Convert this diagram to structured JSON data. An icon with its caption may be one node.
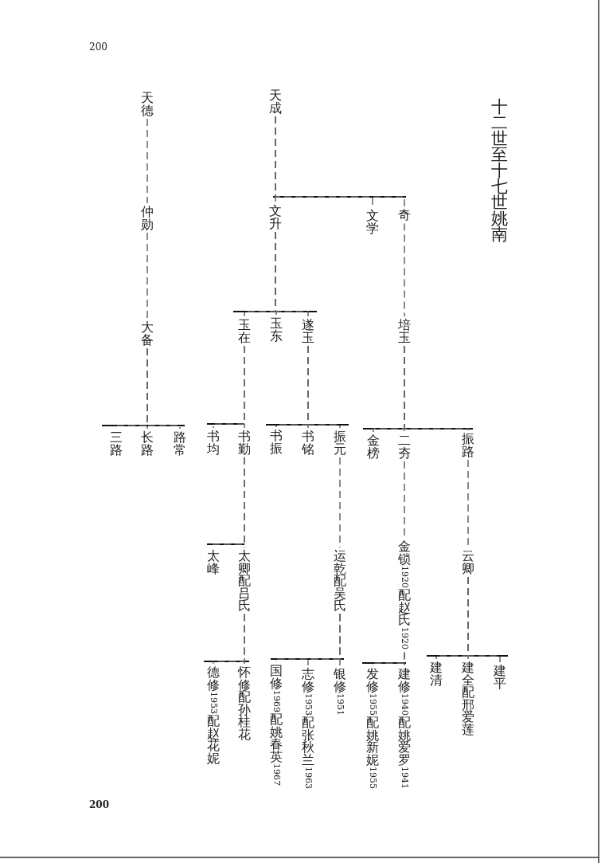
{
  "diagram": {
    "title": "十二世至十七世姚南",
    "nodes": [
      {
        "text": [
          "天德"
        ]
      },
      {
        "text": [
          "仲勋"
        ]
      },
      {
        "text": [
          "大备"
        ]
      },
      {
        "text": [
          "三路"
        ]
      },
      {
        "text": [
          "长路"
        ]
      },
      {
        "text": [
          "路常"
        ]
      },
      {
        "text": [
          "天成"
        ]
      },
      {
        "text": [
          "文升"
        ]
      },
      {
        "text": [
          "文学"
        ]
      },
      {
        "text": [
          "奇"
        ]
      },
      {
        "text": [
          "玉在"
        ]
      },
      {
        "text": [
          "玉东"
        ]
      },
      {
        "text": [
          "遂玉"
        ]
      },
      {
        "text": [
          "培玉"
        ]
      },
      {
        "text": [
          "书均"
        ]
      },
      {
        "text": [
          "书勤"
        ]
      },
      {
        "text": [
          "书振"
        ]
      },
      {
        "text": [
          "书铭"
        ]
      },
      {
        "text": [
          "振元"
        ]
      },
      {
        "text": [
          "金榜"
        ]
      },
      {
        "text": [
          "二夯"
        ]
      },
      {
        "text": [
          "振路"
        ]
      },
      {
        "text": [
          "太峰"
        ]
      },
      {
        "text": [
          "太卿配吕氏"
        ]
      },
      {
        "text": [
          "运乾配吴氏"
        ]
      },
      {
        "text": [
          "金锁1920配赵氏1920"
        ]
      },
      {
        "text": [
          "云卿"
        ]
      },
      {
        "text": [
          "德修1953配赵花妮"
        ]
      },
      {
        "text": [
          "怀修配孙桂花"
        ]
      },
      {
        "text": [
          "国修1969配姚春英1967"
        ]
      },
      {
        "text": [
          "志修1953配张秋兰1963"
        ]
      },
      {
        "text": [
          "银修1951"
        ]
      },
      {
        "text": [
          "发修1955配姚新妮1955"
        ]
      },
      {
        "text": [
          "建修1940配姚爱罗1941"
        ]
      },
      {
        "text": [
          "建清"
        ]
      },
      {
        "text": [
          "建全配邢爱莲"
        ]
      },
      {
        "text": [
          "建平"
        ]
      }
    ],
    "edges": [
      {
        "from": 0,
        "to": 1,
        "arrow": "none"
      },
      {
        "from": 1,
        "to": 2,
        "arrow": "none"
      },
      {
        "from": 2,
        "to": 3,
        "arrow": "none"
      },
      {
        "from": 2,
        "to": 4,
        "arrow": "none"
      },
      {
        "from": 2,
        "to": 5,
        "arrow": "none"
      },
      {
        "from": 6,
        "to": 7,
        "arrow": "none"
      },
      {
        "from": 6,
        "to": 8,
        "arrow": "none"
      },
      {
        "from": 6,
        "to": 9,
        "arrow": "none"
      },
      {
        "from": 7,
        "to": 10,
        "arrow": "none"
      },
      {
        "from": 7,
        "to": 11,
        "arrow": "none"
      },
      {
        "from": 7,
        "to": 12,
        "arrow": "none"
      },
      {
        "from": 9,
        "to": 13,
        "arrow": "none"
      },
      {
        "from": 10,
        "to": 14,
        "arrow": "none"
      },
      {
        "from": 10,
        "to": 15,
        "arrow": "none"
      },
      {
        "from": 12,
        "to": 16,
        "arrow": "none"
      },
      {
        "from": 12,
        "to": 17,
        "arrow": "none"
      },
      {
        "from": 12,
        "to": 18,
        "arrow": "none"
      },
      {
        "from": 13,
        "to": 19,
        "arrow": "none"
      },
      {
        "from": 13,
        "to": 20,
        "arrow": "none"
      },
      {
        "from": 13,
        "to": 21,
        "arrow": "none"
      },
      {
        "from": 15,
        "to": 22,
        "arrow": "none"
      },
      {
        "from": 15,
        "to": 23,
        "arrow": "none"
      },
      {
        "from": 18,
        "to": 24,
        "arrow": "none"
      },
      {
        "from": 20,
        "to": 25,
        "arrow": "none"
      },
      {
        "from": 21,
        "to": 26,
        "arrow": "none"
      },
      {
        "from": 23,
        "to": 27,
        "arrow": "none"
      },
      {
        "from": 23,
        "to": 28,
        "arrow": "none"
      },
      {
        "from": 24,
        "to": 29,
        "arrow": "none"
      },
      {
        "from": 24,
        "to": 30,
        "arrow": "none"
      },
      {
        "from": 24,
        "to": 31,
        "arrow": "none"
      },
      {
        "from": 25,
        "to": 32,
        "arrow": "none"
      },
      {
        "from": 25,
        "to": 33,
        "arrow": "none"
      },
      {
        "from": 26,
        "to": 34,
        "arrow": "none"
      },
      {
        "from": 26,
        "to": 35,
        "arrow": "none"
      },
      {
        "from": 26,
        "to": 36,
        "arrow": "none"
      }
    ],
    "labels": [
      "200",
      "200"
    ]
  }
}
